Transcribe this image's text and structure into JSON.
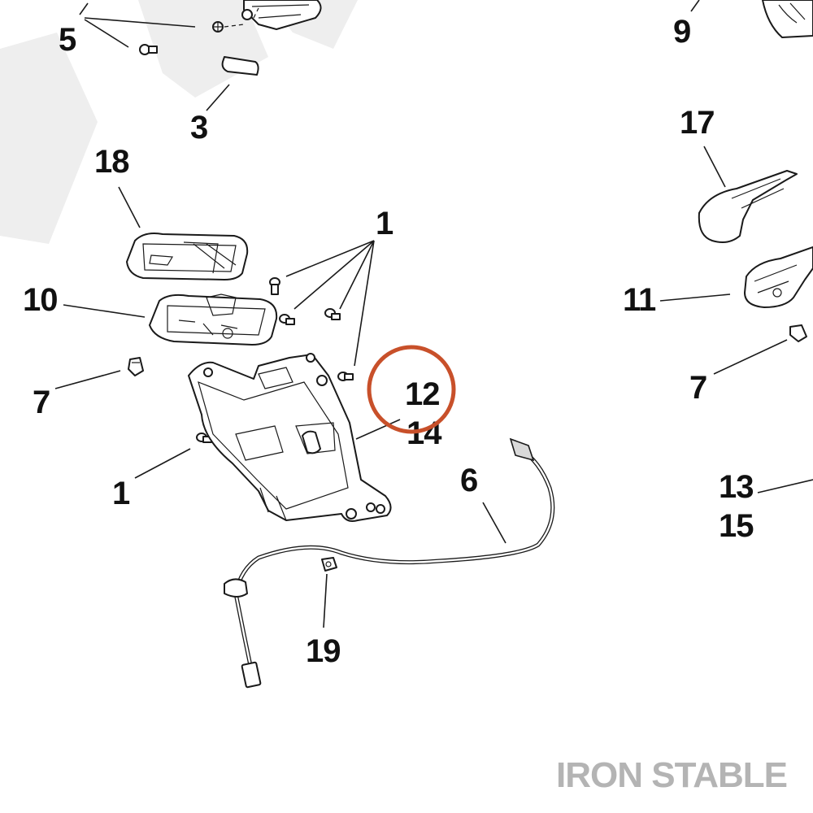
{
  "callouts": {
    "c5": "5",
    "c9": "9",
    "c3": "3",
    "c17": "17",
    "c18": "18",
    "c1_top": "1",
    "c10": "10",
    "c11": "11",
    "c12": "12",
    "c14": "14",
    "c7_left": "7",
    "c7_right": "7",
    "c1_left": "1",
    "c6": "6",
    "c13": "13",
    "c15": "15",
    "c19": "19"
  },
  "watermark": {
    "text": "IRON STABLE"
  },
  "colors": {
    "highlight": "#c8502a",
    "watermark": "#b4b4b4",
    "background_mark": "#eeeeee"
  }
}
